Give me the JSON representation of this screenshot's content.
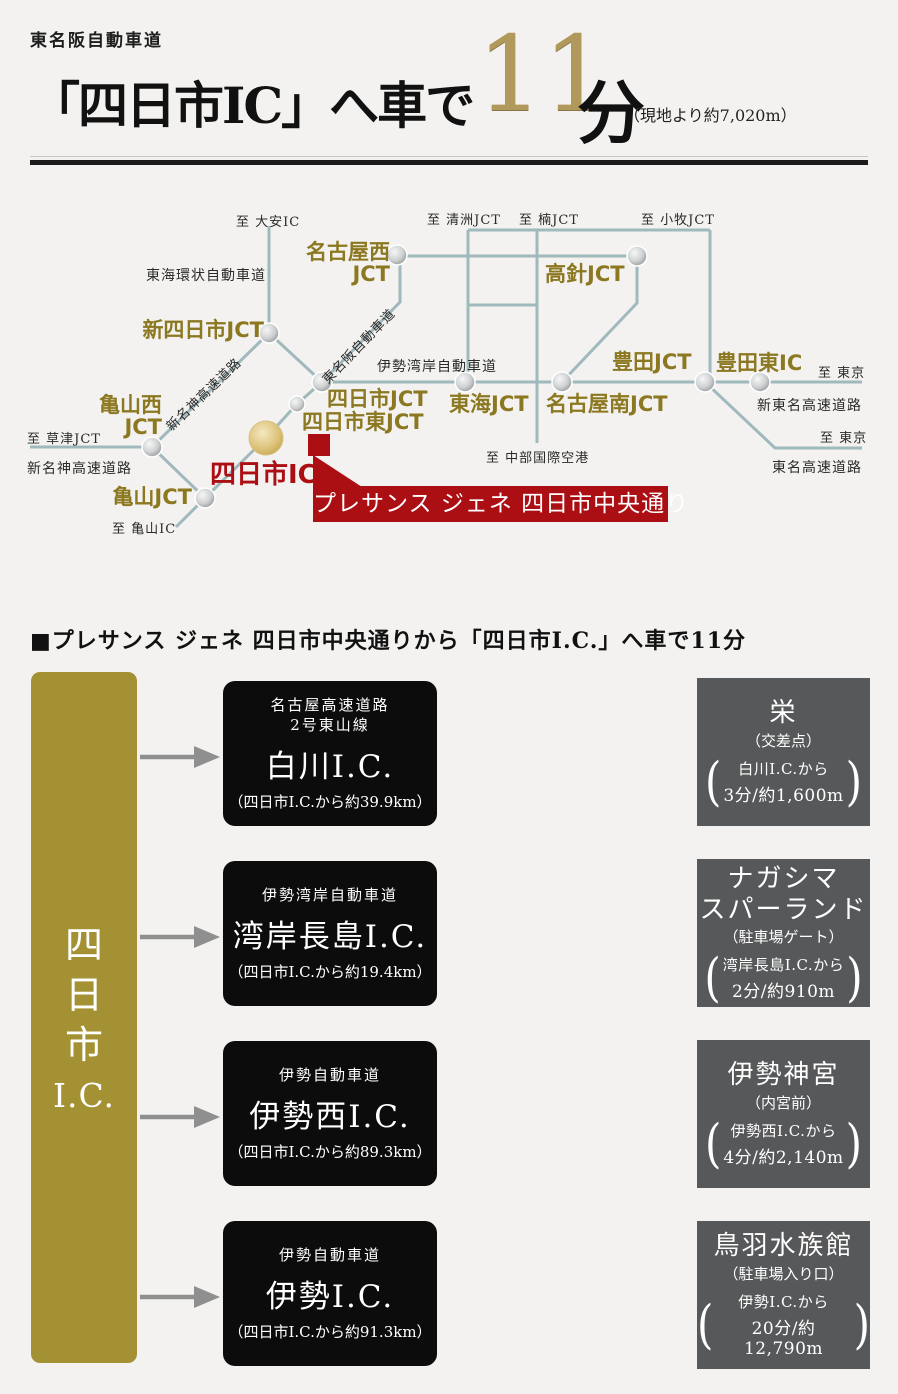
{
  "header": {
    "road": "東名阪自動車道",
    "title": "「四日市IC」へ車で",
    "minutes": "11",
    "unit": "分",
    "note": "（現地より約7,020m）"
  },
  "map": {
    "junctions": [
      "名古屋西\nJCT",
      "新四日市JCT",
      "高針JCT",
      "四日市JCT",
      "四日市東JCT",
      "東海JCT",
      "名古屋南JCT",
      "豊田JCT",
      "豊田東IC",
      "亀山西\nJCT",
      "亀山JCT"
    ],
    "ic_label": "四日市IC",
    "banner": "プレサンス ジェネ 四日市中央通り",
    "directions": [
      "至 大安IC",
      "至 清洲JCT",
      "至 楠JCT",
      "至 小牧JCT",
      "至 東京",
      "至 東京",
      "至 草津JCT",
      "至 亀山IC",
      "至 中部国際空港"
    ],
    "roads": [
      "東海環状自動車道",
      "伊勢湾岸自動車道",
      "新東名高速道路",
      "東名高速道路",
      "新名神高速道路",
      "東名阪自動車道",
      "新名神高速道路"
    ]
  },
  "section_title": "■プレサンス ジェネ 四日市中央通りから「四日市I.C.」へ車で11分",
  "flow": {
    "origin_chars": [
      "四",
      "日",
      "市"
    ],
    "origin_suffix": "I.C.",
    "rows": [
      {
        "road": "名古屋高速道路\n2号東山線",
        "name": "白川I.C.",
        "distance": "（四日市I.C.から約39.9km）",
        "dest_name": "栄",
        "dest_sub": "（交差点）",
        "dest_from": "白川I.C.から",
        "dest_time": "3分/約1,600m"
      },
      {
        "road": "伊勢湾岸自動車道",
        "name": "湾岸長島I.C.",
        "distance": "（四日市I.C.から約19.4km）",
        "dest_name": "ナガシマ\nスパーランド",
        "dest_sub": "（駐車場ゲート）",
        "dest_from": "湾岸長島I.C.から",
        "dest_time": "2分/約910m"
      },
      {
        "road": "伊勢自動車道",
        "name": "伊勢西I.C.",
        "distance": "（四日市I.C.から約89.3km）",
        "dest_name": "伊勢神宮",
        "dest_sub": "（内宮前）",
        "dest_from": "伊勢西I.C.から",
        "dest_time": "4分/約2,140m"
      },
      {
        "road": "伊勢自動車道",
        "name": "伊勢I.C.",
        "distance": "（四日市I.C.から約91.3km）",
        "dest_name": "鳥羽水族館",
        "dest_sub": "（駐車場入り口）",
        "dest_from": "伊勢I.C.から",
        "dest_time": "20分/約12,790m"
      }
    ]
  },
  "colors": {
    "gold_column": "#a39133",
    "map_gold_text": "#8c7820",
    "accent_red": "#ab0f14",
    "line_teal": "#9fb9bd",
    "box_black": "#0c0c0c",
    "box_gray": "#57585a",
    "minutes_gold": "#b1995c"
  }
}
